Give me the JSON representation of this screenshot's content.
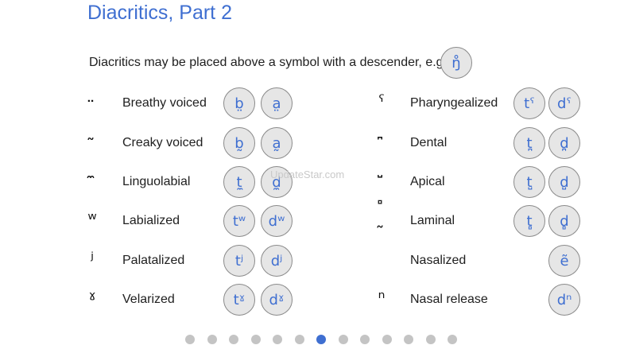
{
  "title": "Diacritics, Part 2",
  "subtitle": "Diacritics may be placed above a symbol with a descender, e.g.",
  "example": "ŋ̊",
  "watermark": "UpdateStar.com",
  "left_rows": [
    {
      "diacritic": "̤",
      "label": "Breathy voiced",
      "examples": [
        "b̤",
        "a̤"
      ]
    },
    {
      "diacritic": "̰",
      "label": "Creaky voiced",
      "examples": [
        "b̰",
        "a̰"
      ]
    },
    {
      "diacritic": "̼",
      "label": "Linguolabial",
      "examples": [
        "t̼",
        "d̼"
      ]
    },
    {
      "diacritic": "ʷ",
      "label": "Labialized",
      "examples": [
        "tʷ",
        "dʷ"
      ]
    },
    {
      "diacritic": "ʲ",
      "label": "Palatalized",
      "examples": [
        "tʲ",
        "dʲ"
      ]
    },
    {
      "diacritic": "ˠ",
      "label": "Velarized",
      "examples": [
        "tˠ",
        "dˠ"
      ]
    }
  ],
  "right_rows": [
    {
      "diacritic": "ˤ",
      "label": "Pharyngealized",
      "examples": [
        "tˤ",
        "dˤ"
      ]
    },
    {
      "diacritic": "̪",
      "label": "Dental",
      "examples": [
        "t̪",
        "d̪"
      ]
    },
    {
      "diacritic": "̺",
      "label": "Apical",
      "examples": [
        "t̺",
        "d̺"
      ]
    },
    {
      "diacritic": "̻",
      "label": "Laminal",
      "examples": [
        "t̻",
        "d̻"
      ]
    },
    {
      "diacritic": "̃",
      "label": "Nasalized",
      "examples": [
        "ẽ"
      ]
    },
    {
      "diacritic": "ⁿ",
      "label": "Nasal release",
      "examples": [
        "dⁿ"
      ]
    }
  ],
  "pagination": {
    "total": 13,
    "active": 6
  }
}
